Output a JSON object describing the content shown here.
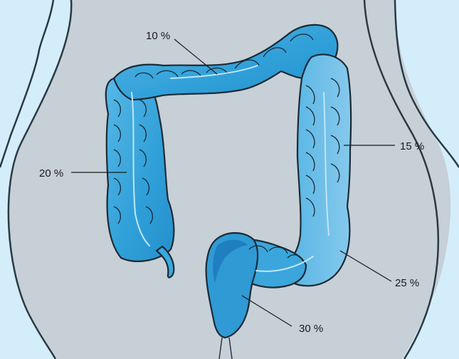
{
  "colors": {
    "background": "#d3eefa",
    "body": "#c7cfd7",
    "colon_fill": "#39a9de",
    "colon_dark": "#1f7fc0",
    "colon_light": "#8fd2f0",
    "outline": "#1b2a36"
  },
  "labels": {
    "transverse": "10 %",
    "descending_left": "20 %",
    "ascending_right": "15 %",
    "cecum_region": "25 %",
    "rectum_region": "30 %"
  }
}
